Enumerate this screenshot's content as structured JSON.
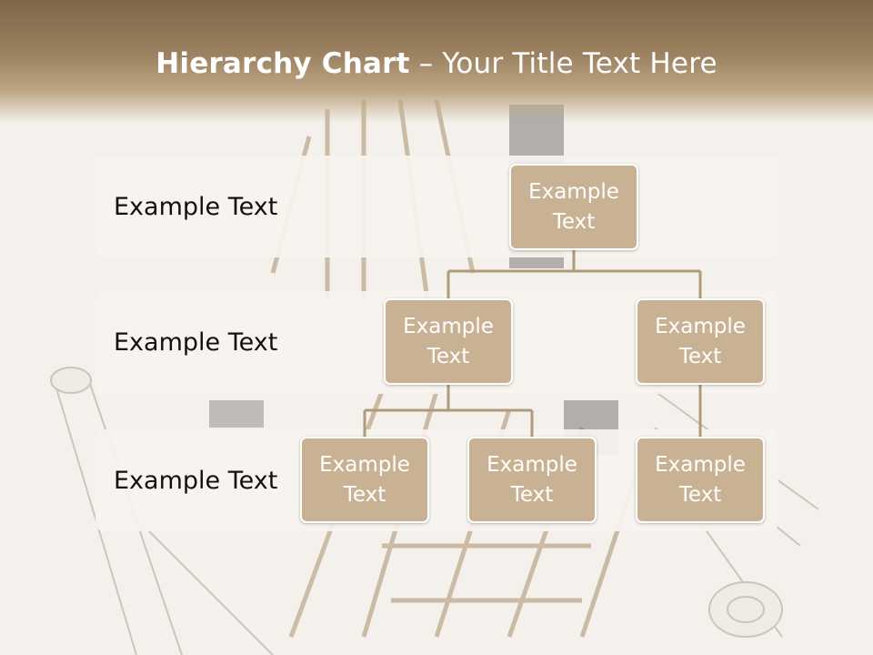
{
  "slide": {
    "title_bold": "Hierarchy Chart",
    "title_dash": "–",
    "title_rest": "Your Title Text Here"
  },
  "rows": [
    {
      "label": "Example Text"
    },
    {
      "label": "Example Text"
    },
    {
      "label": "Example Text"
    }
  ],
  "nodes": {
    "root": "Example Text",
    "level2_left": "Example Text",
    "level2_right": "Example Text",
    "level3_a": "Example Text",
    "level3_b": "Example Text",
    "level3_c": "Example Text"
  },
  "colors": {
    "title_band": "#9c8260",
    "node_fill": "#c9b293",
    "connector": "#b09a7c",
    "row_background": "#f6f3ee"
  }
}
